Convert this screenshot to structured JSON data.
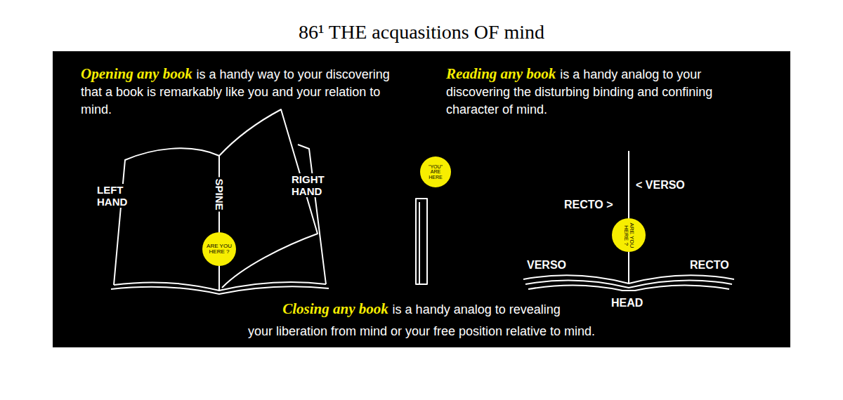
{
  "diagram": {
    "title": "86¹ THE acquasitions OF mind",
    "nodes": [
      {
        "text": [
          "Opening any book",
          "is a handy way to your discovering that a book is remarkably like you and your relation to mind.",
          "Reading any book",
          "is a handy analog to your discovering the disturbing binding and confining character of mind.",
          "Closing any book",
          "is a handy analog to revealing your liberation from mind or your free position relative to mind."
        ]
      },
      {
        "text": [
          "ARE YOU HERE ?"
        ],
        "in": 0
      },
      {
        "text": [
          "\"YOU\" ARE HERE"
        ],
        "in": 0
      },
      {
        "text": [
          "ARE YOU HERE ?"
        ],
        "in": 0
      }
    ],
    "labels": [
      "LEFT HAND",
      "SPINE",
      "RIGHT HAND",
      "< VERSO",
      "RECTO >",
      "VERSO",
      "RECTO",
      "HEAD"
    ]
  }
}
